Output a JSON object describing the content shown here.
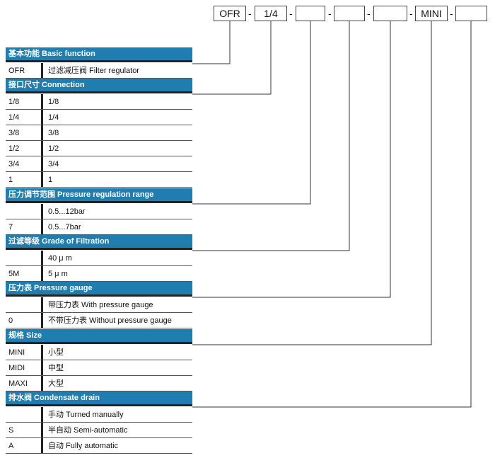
{
  "code_boxes": [
    "OFR",
    "1/4",
    "",
    "",
    "",
    "MINI",
    ""
  ],
  "separator": "-",
  "sections": [
    {
      "title": "基本功能 Basic function",
      "rows": [
        {
          "code": "OFR",
          "desc": "过滤减压阀 Filter regulator"
        }
      ]
    },
    {
      "title": "接口尺寸 Connection",
      "rows": [
        {
          "code": "1/8",
          "desc": "1/8"
        },
        {
          "code": "1/4",
          "desc": "1/4"
        },
        {
          "code": "3/8",
          "desc": "3/8"
        },
        {
          "code": "1/2",
          "desc": "1/2"
        },
        {
          "code": "3/4",
          "desc": "3/4"
        },
        {
          "code": "1",
          "desc": "1"
        }
      ]
    },
    {
      "title": "压力调节范围 Pressure regulation range",
      "rows": [
        {
          "code": "",
          "desc": "0.5...12bar"
        },
        {
          "code": "7",
          "desc": "0.5...7bar"
        }
      ]
    },
    {
      "title": "过滤等级 Grade of Filtration",
      "rows": [
        {
          "code": "",
          "desc": "40 μ m"
        },
        {
          "code": "5M",
          "desc": "5 μ m"
        }
      ]
    },
    {
      "title": "压力表 Pressure gauge",
      "rows": [
        {
          "code": "",
          "desc": "带压力表 With pressure gauge"
        },
        {
          "code": "0",
          "desc": "不带压力表 Without pressure gauge"
        }
      ]
    },
    {
      "title": "规格 Size",
      "rows": [
        {
          "code": "MINI",
          "desc": "小型"
        },
        {
          "code": "MIDI",
          "desc": "中型"
        },
        {
          "code": "MAXI",
          "desc": "大型"
        }
      ]
    },
    {
      "title": "排水阀 Condensate drain",
      "rows": [
        {
          "code": "",
          "desc": "手动 Turned manually"
        },
        {
          "code": "S",
          "desc": "半自动 Semi-automatic"
        },
        {
          "code": "A",
          "desc": "自动 Fully automatic"
        }
      ]
    }
  ],
  "colors": {
    "header_bg": "#1f7eaf",
    "header_text": "#ffffff",
    "line": "#333333"
  }
}
